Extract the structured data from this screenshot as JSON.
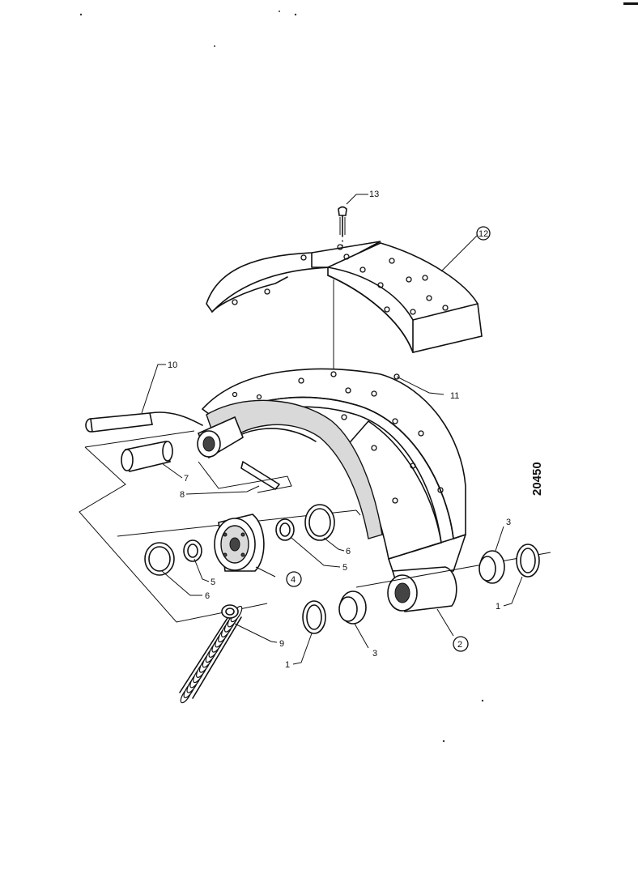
{
  "drawing_number": "20450",
  "labels": {
    "l1": "1",
    "l2": "2",
    "l3": "3",
    "l4": "4",
    "l5": "5",
    "l6": "6",
    "l7": "7",
    "l8": "8",
    "l9": "9",
    "l10": "10",
    "l11": "11",
    "l12": "12",
    "l13": "13"
  }
}
